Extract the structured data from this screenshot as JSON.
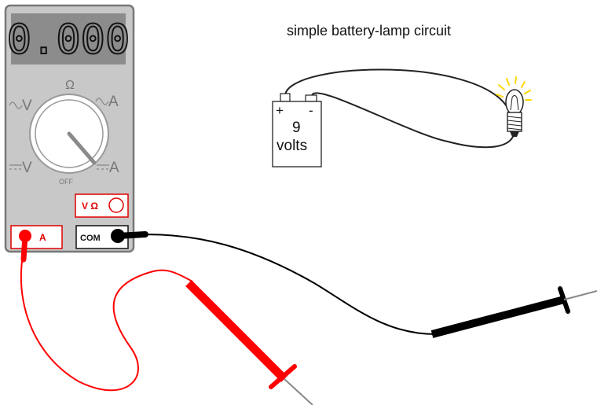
{
  "caption": "simple battery-lamp circuit",
  "meter": {
    "display_value": "0.000",
    "ohm_symbol": "Ω",
    "ac_volts": "V",
    "ac_amps": "A",
    "dc_volts": "V",
    "dc_amps": "A",
    "off_label": "OFF",
    "jack_v_ohm": "V Ω",
    "jack_a": "A",
    "jack_com": "COM",
    "selector_position": "A"
  },
  "battery": {
    "plus": "+",
    "minus": "-",
    "value": "9",
    "unit": "volts"
  },
  "colors": {
    "meter_body": "#c8c8c8",
    "lcd_bg": "#8c8c8c",
    "red_lead": "#ff0000",
    "black_lead": "#000000",
    "lamp_glow": "#ffd800"
  }
}
